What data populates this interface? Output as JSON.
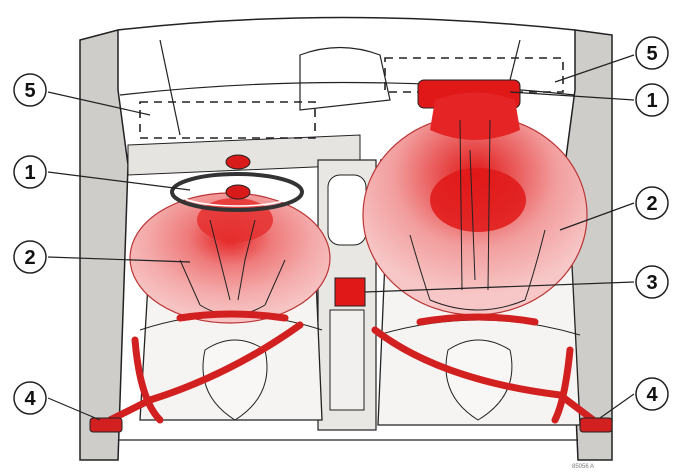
{
  "callouts": {
    "left_airbag_curtain": "5",
    "left_steering_airbag": "1",
    "left_inflated_bag": "2",
    "left_belt_tensioner": "4",
    "right_airbag_curtain": "5",
    "right_dash_airbag": "1",
    "right_inflated_bag": "2",
    "center_sensor": "3",
    "right_belt_tensioner": "4"
  },
  "footer_code": "85056 A",
  "colors": {
    "airbag_light": "#f4b6b6",
    "airbag_mid": "#ee8585",
    "airbag_core": "#e01818",
    "belt": "#d21f1f",
    "interior_gray": "#c9c7c4",
    "line": "#222222"
  }
}
